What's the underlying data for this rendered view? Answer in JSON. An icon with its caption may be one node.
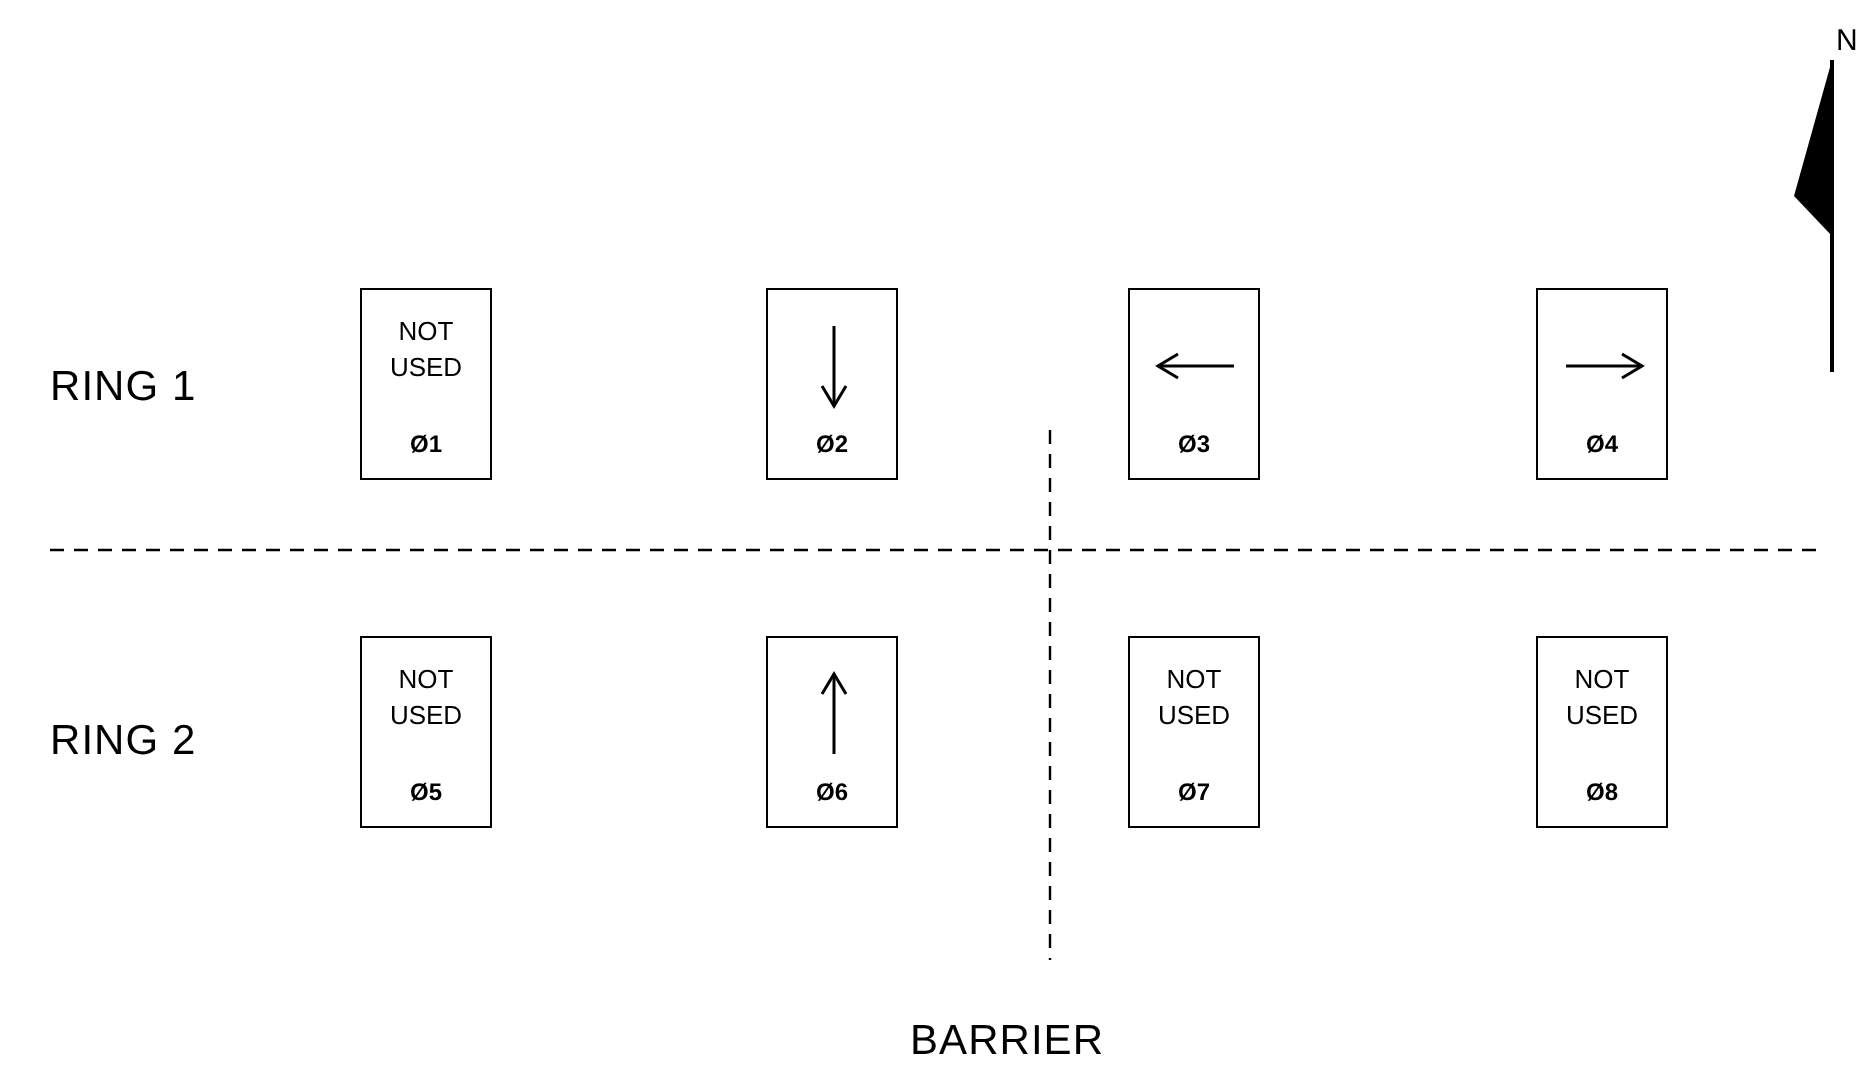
{
  "diagram": {
    "nodes": [
      {
        "text": [
          "NOT USED",
          "Ø1"
        ]
      },
      {
        "text": [
          "Ø2"
        ]
      },
      {
        "text": [
          "Ø3"
        ]
      },
      {
        "text": [
          "Ø4"
        ]
      },
      {
        "text": [
          "NOT USED",
          "Ø5"
        ]
      },
      {
        "text": [
          "Ø6"
        ]
      },
      {
        "text": [
          "NOT USED",
          "Ø7"
        ]
      },
      {
        "text": [
          "NOT USED",
          "Ø8"
        ]
      }
    ],
    "edges": [],
    "labels": [
      "N",
      "RING 1",
      "RING 2",
      "BARRIER"
    ]
  }
}
